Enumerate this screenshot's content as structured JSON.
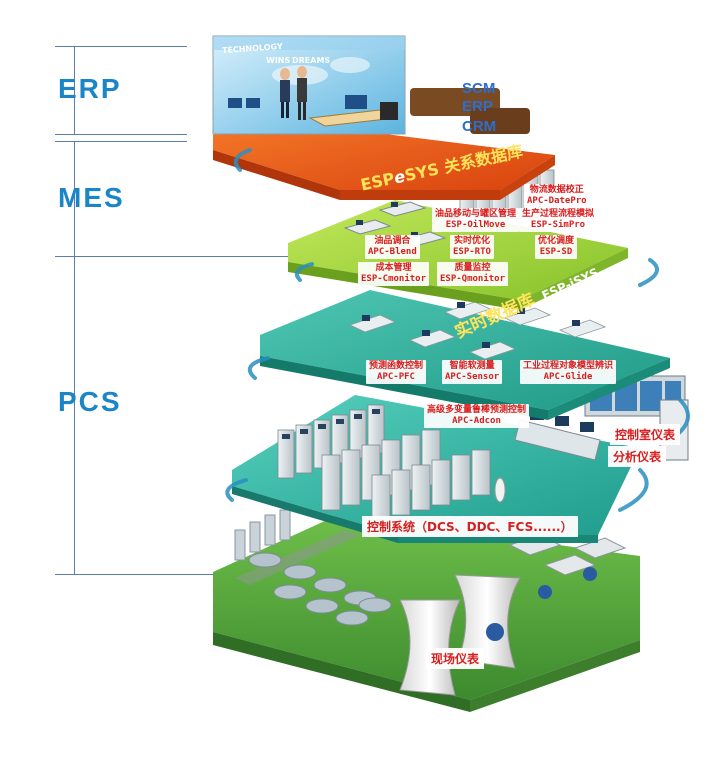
{
  "levels": {
    "erp": "ERP",
    "mes": "MES",
    "pcs": "PCS"
  },
  "erp_layer": {
    "screen_words": [
      "TECHNOLOGY",
      "WINS",
      "DREAMS"
    ],
    "systems": [
      "SCM",
      "ERP",
      "CRM"
    ],
    "banner_prefix": "ESP",
    "banner_italic": "e",
    "banner_suffix": "SYS 关系数据库"
  },
  "mes_layer": {
    "modules": [
      {
        "cn": "物流数据校正",
        "code": "APC-DatePro"
      },
      {
        "cn": "生产过程流程模拟",
        "code": "ESP-SimPro"
      },
      {
        "cn": "油品移动与罐区管理",
        "code": "ESP-OilMove"
      },
      {
        "cn": "油品调合",
        "code": "APC-Blend"
      },
      {
        "cn": "实时优化",
        "code": "ESP-RTO"
      },
      {
        "cn": "优化调度",
        "code": "ESP-SD"
      },
      {
        "cn": "成本管理",
        "code": "ESP-Cmonitor"
      },
      {
        "cn": "质量监控",
        "code": "ESP-Qmonitor"
      }
    ],
    "banner_main": "实时数据库",
    "banner_side": "ESP-iSYS"
  },
  "pcs_layer": {
    "modules": [
      {
        "cn": "预测函数控制",
        "code": "APC-PFC"
      },
      {
        "cn": "智能软测量",
        "code": "APC-Sensor"
      },
      {
        "cn": "工业过程对象模型辨识",
        "code": "APC-Glide"
      },
      {
        "cn": "高级多变量鲁棒预测控制",
        "code": "APC-Adcon"
      }
    ],
    "control_room": "控制室仪表",
    "analysis": "分析仪表",
    "control_system": "控制系统（DCS、DDC、FCS......）"
  },
  "field_layer": {
    "field_instruments": "现场仪表"
  },
  "colors": {
    "erp_plate": "#ee5a1a",
    "mes_plate": "#9fd43a",
    "pcs_plate": "#2fb3a0",
    "control_plate": "#35b9a8",
    "field_plate": "#4f9a3a",
    "label_blue": "#1a86c8",
    "tag_red": "#d81e1e"
  }
}
